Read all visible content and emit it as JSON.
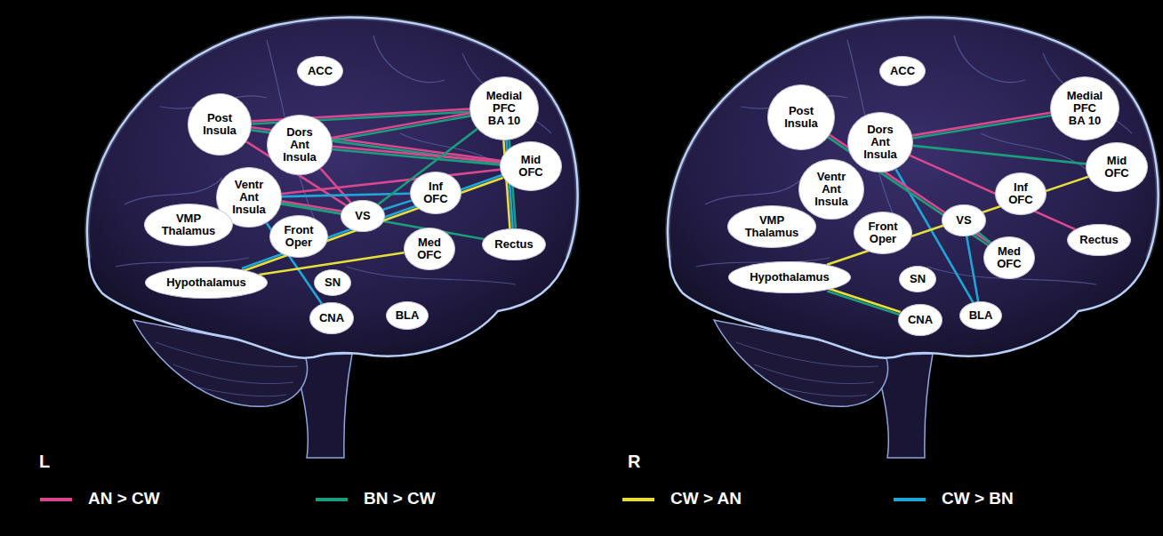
{
  "diagram": {
    "nodes": [
      {
        "text": [
          "ACC"
        ]
      },
      {
        "text": [
          "Post Insula"
        ]
      },
      {
        "text": [
          "Medial PFC BA 10"
        ]
      },
      {
        "text": [
          "Dors Ant Insula"
        ]
      },
      {
        "text": [
          "Ventr Ant Insula"
        ]
      },
      {
        "text": [
          "Mid OFC"
        ]
      },
      {
        "text": [
          "Inf OFC"
        ]
      },
      {
        "text": [
          "VS"
        ]
      },
      {
        "text": [
          "VMP Thalamus"
        ]
      },
      {
        "text": [
          "Front Oper"
        ]
      },
      {
        "text": [
          "Med OFC"
        ]
      },
      {
        "text": [
          "Rectus"
        ]
      },
      {
        "text": [
          "Hypothalamus"
        ]
      },
      {
        "text": [
          "SN"
        ]
      },
      {
        "text": [
          "CNA"
        ]
      },
      {
        "text": [
          "BLA"
        ]
      },
      {
        "text": [
          "ACC"
        ]
      },
      {
        "text": [
          "Post Insula"
        ]
      },
      {
        "text": [
          "Medial PFC BA 10"
        ]
      },
      {
        "text": [
          "Dors Ant Insula"
        ]
      },
      {
        "text": [
          "Mid OFC"
        ]
      },
      {
        "text": [
          "Ventr Ant Insula"
        ]
      },
      {
        "text": [
          "Inf OFC"
        ]
      },
      {
        "text": [
          "VS"
        ]
      },
      {
        "text": [
          "VMP Thalamus"
        ]
      },
      {
        "text": [
          "Front Oper"
        ]
      },
      {
        "text": [
          "Med OFC"
        ]
      },
      {
        "text": [
          "Rectus"
        ]
      },
      {
        "text": [
          "Hypothalamus"
        ]
      },
      {
        "text": [
          "SN"
        ]
      },
      {
        "text": [
          "CNA"
        ]
      },
      {
        "text": [
          "BLA"
        ]
      }
    ],
    "edges": [
      {
        "from": 1,
        "to": 2,
        "arrow": "none"
      },
      {
        "from": 1,
        "to": 2,
        "arrow": "none"
      },
      {
        "from": 1,
        "to": 5,
        "arrow": "none"
      },
      {
        "from": 1,
        "to": 5,
        "arrow": "none"
      },
      {
        "from": 1,
        "to": 7,
        "arrow": "none"
      },
      {
        "from": 3,
        "to": 2,
        "arrow": "none"
      },
      {
        "from": 3,
        "to": 2,
        "arrow": "none"
      },
      {
        "from": 3,
        "to": 5,
        "arrow": "none"
      },
      {
        "from": 3,
        "to": 5,
        "arrow": "none"
      },
      {
        "from": 3,
        "to": 7,
        "arrow": "none"
      },
      {
        "from": 4,
        "to": 5,
        "arrow": "none"
      },
      {
        "from": 4,
        "to": 7,
        "arrow": "none"
      },
      {
        "from": 4,
        "to": 7,
        "arrow": "none"
      },
      {
        "from": 4,
        "to": 11,
        "arrow": "none"
      },
      {
        "from": 4,
        "to": 6,
        "arrow": "none"
      },
      {
        "from": 4,
        "to": 14,
        "arrow": "none"
      },
      {
        "from": 2,
        "to": 7,
        "arrow": "none"
      },
      {
        "from": 2,
        "to": 11,
        "arrow": "none"
      },
      {
        "from": 2,
        "to": 11,
        "arrow": "none"
      },
      {
        "from": 2,
        "to": 11,
        "arrow": "none"
      },
      {
        "from": 12,
        "to": 5,
        "arrow": "none"
      },
      {
        "from": 12,
        "to": 5,
        "arrow": "none"
      },
      {
        "from": 12,
        "to": 10,
        "arrow": "none"
      },
      {
        "from": 7,
        "to": 6,
        "arrow": "none"
      },
      {
        "from": 19,
        "to": 18,
        "arrow": "none"
      },
      {
        "from": 19,
        "to": 18,
        "arrow": "none"
      },
      {
        "from": 19,
        "to": 20,
        "arrow": "none"
      },
      {
        "from": 19,
        "to": 27,
        "arrow": "none"
      },
      {
        "from": 19,
        "to": 31,
        "arrow": "none"
      },
      {
        "from": 17,
        "to": 26,
        "arrow": "none"
      },
      {
        "from": 17,
        "to": 26,
        "arrow": "none"
      },
      {
        "from": 23,
        "to": 31,
        "arrow": "none"
      },
      {
        "from": 23,
        "to": 26,
        "arrow": "none"
      },
      {
        "from": 28,
        "to": 20,
        "arrow": "none"
      },
      {
        "from": 28,
        "to": 30,
        "arrow": "none"
      },
      {
        "from": 28,
        "to": 30,
        "arrow": "none"
      }
    ],
    "labels": [
      "L",
      "R"
    ],
    "legend": [
      {
        "text": "AN > CW",
        "color": "#d9478f"
      },
      {
        "text": "BN > CW",
        "color": "#1b9c7c"
      },
      {
        "text": "CW > AN",
        "color": "#e6df3a"
      },
      {
        "text": "CW > BN",
        "color": "#1fa6d9"
      }
    ]
  }
}
